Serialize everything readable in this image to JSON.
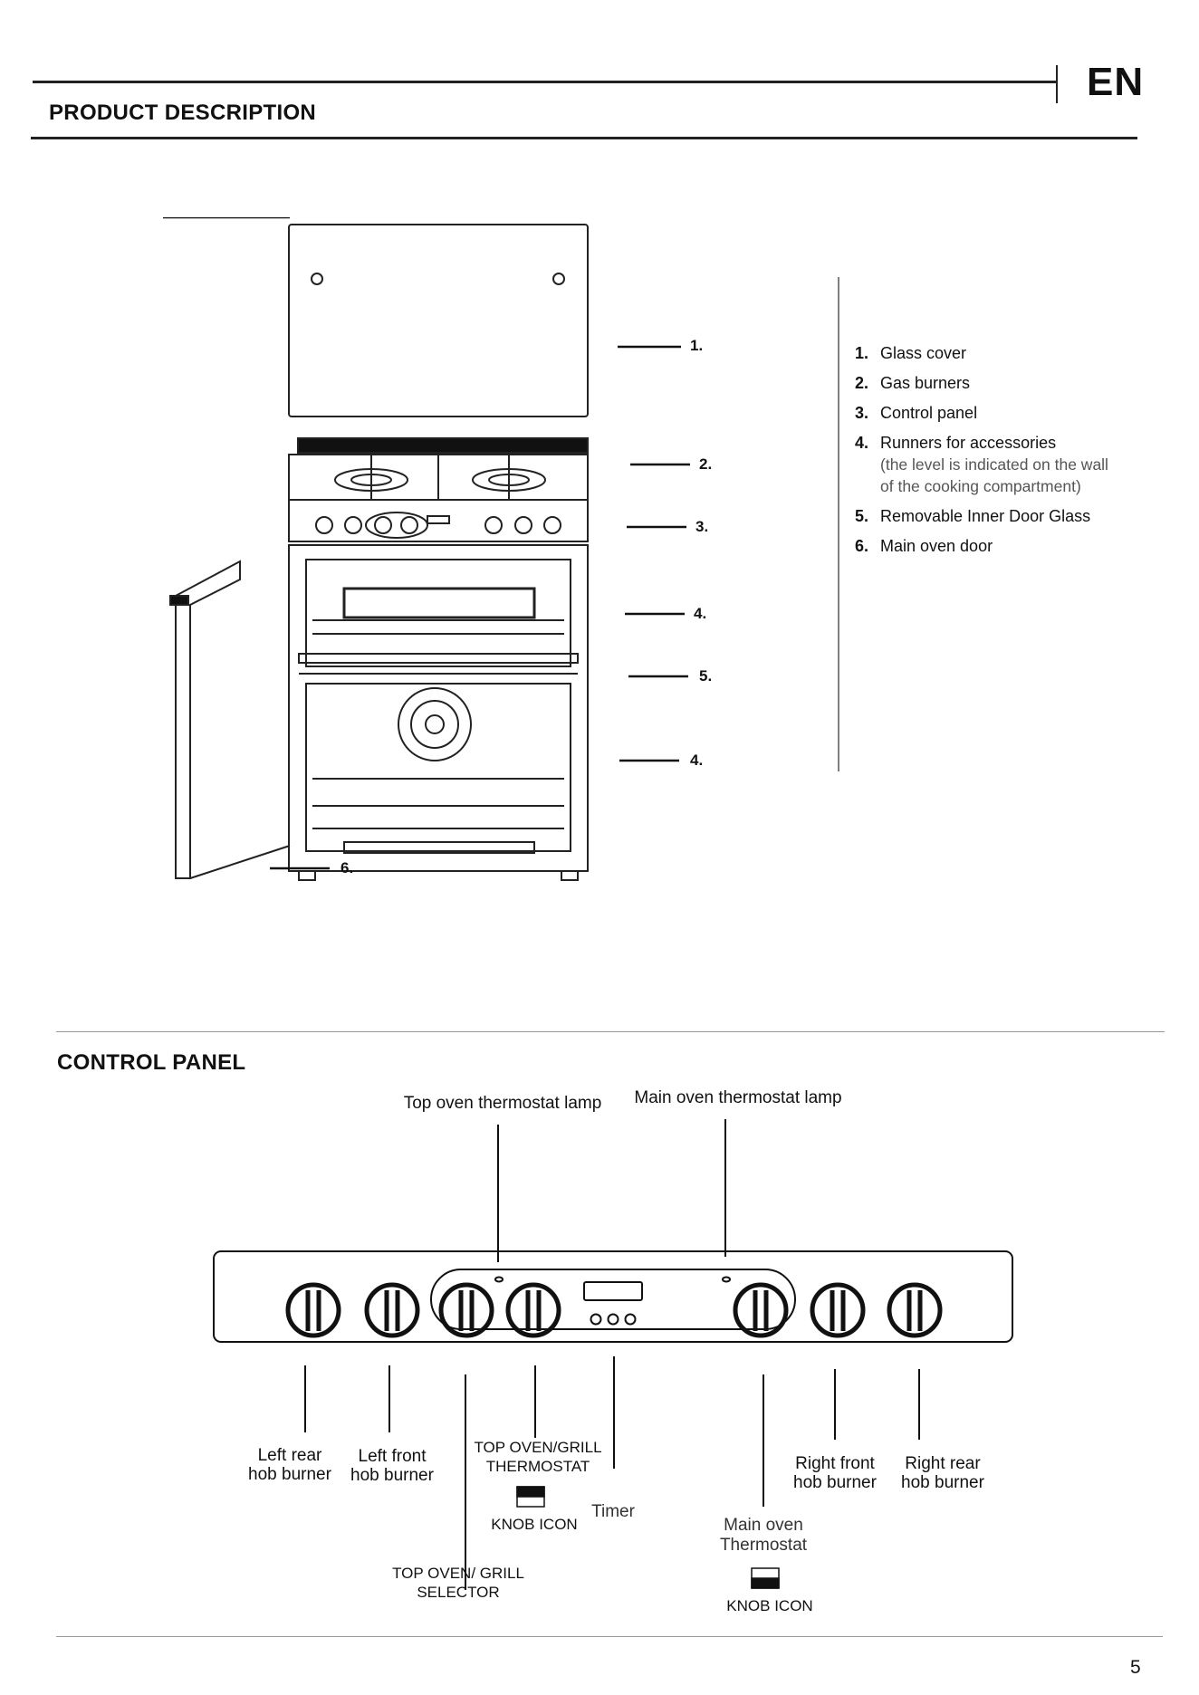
{
  "header": {
    "section_title": "PRODUCT DESCRIPTION",
    "language": "EN"
  },
  "diagram": {
    "callouts": [
      "1.",
      "2.",
      "3.",
      "4.",
      "5.",
      "4.",
      "6."
    ]
  },
  "legend": {
    "items": [
      {
        "num": "1.",
        "text": "Glass cover"
      },
      {
        "num": "2.",
        "text": "Gas burners"
      },
      {
        "num": "3.",
        "text": "Control panel"
      },
      {
        "num": "4.",
        "text": "Runners for accessories",
        "sub1": "(the level is indicated on the wall",
        "sub2": "of the cooking compartment)"
      },
      {
        "num": "5.",
        "text": "Removable Inner Door Glass"
      },
      {
        "num": "6.",
        "text": "Main oven door"
      }
    ]
  },
  "control_panel": {
    "title": "CONTROL PANEL",
    "labels": {
      "top_lamp": "Top oven thermostat lamp",
      "main_lamp": "Main oven thermostat lamp",
      "left_rear_1": "Left rear",
      "left_rear_2": "hob burner",
      "left_front_1": "Left front",
      "left_front_2": "hob burner",
      "top_thermo_1": "TOP OVEN/GRILL",
      "top_thermo_2": "THERMOSTAT",
      "knob_icon_1": "KNOB ICON",
      "timer": "Timer",
      "selector_1": "TOP OVEN/ GRILL",
      "selector_2": "SELECTOR",
      "main_thermo_1": "Main oven",
      "main_thermo_2": "Thermostat",
      "knob_icon_2": "KNOB ICON",
      "right_front_1": "Right front",
      "right_front_2": "hob burner",
      "right_rear_1": "Right rear",
      "right_rear_2": "hob burner"
    }
  },
  "footer": {
    "page_number": "5"
  }
}
